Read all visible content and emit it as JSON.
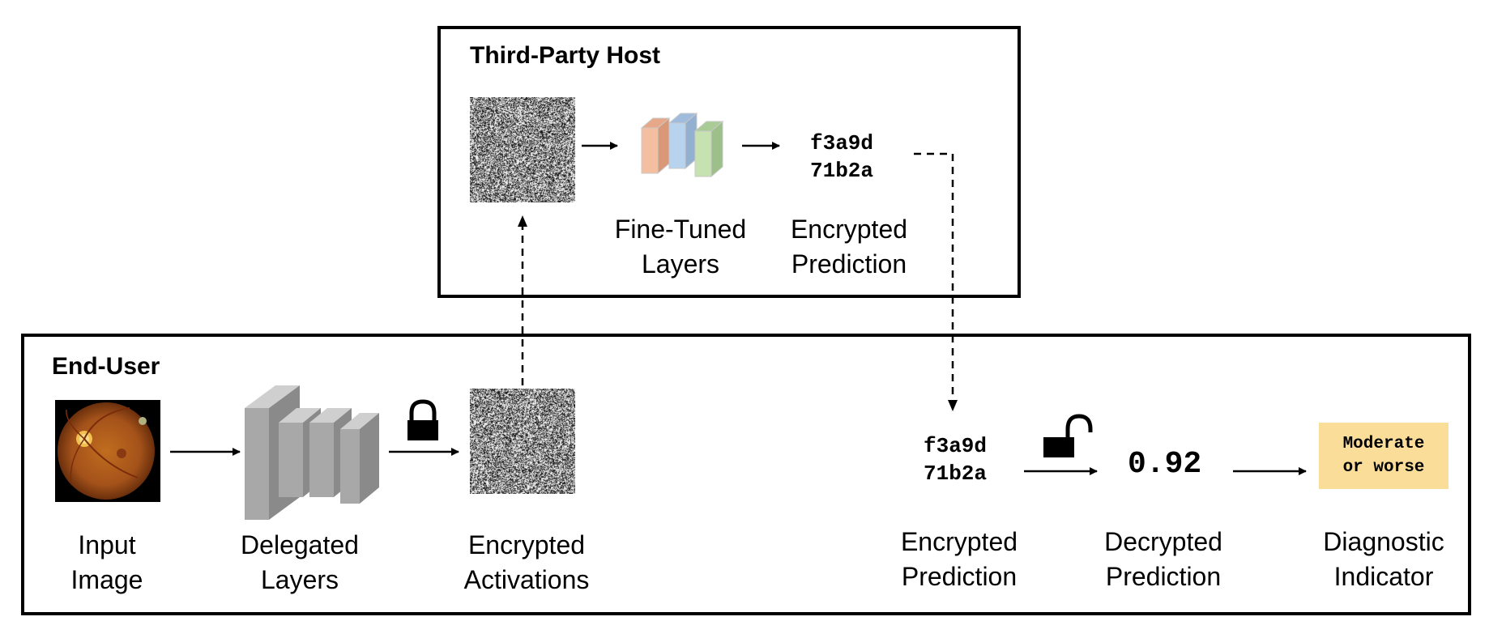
{
  "host": {
    "title": "Third-Party Host",
    "fine_tuned_label": [
      "Fine-Tuned",
      "Layers"
    ],
    "encrypted_value": [
      "f3a9d",
      "71b2a"
    ],
    "encrypted_label": [
      "Encrypted",
      "Prediction"
    ]
  },
  "user": {
    "title": "End-User",
    "input_label": [
      "Input",
      "Image"
    ],
    "delegated_label": [
      "Delegated",
      "Layers"
    ],
    "activations_label": [
      "Encrypted",
      "Activations"
    ],
    "encrypted_value": [
      "f3a9d",
      "71b2a"
    ],
    "encrypted_label": [
      "Encrypted",
      "Prediction"
    ],
    "decrypted_value": "0.92",
    "decrypted_label": [
      "Decrypted",
      "Prediction"
    ],
    "indicator_text": [
      "Moderate",
      "or worse"
    ],
    "indicator_label": [
      "Diagnostic",
      "Indicator"
    ]
  },
  "icons": [
    "lock-closed-icon",
    "lock-open-icon",
    "layer-stack-icon",
    "fundus-image",
    "noise-pattern-icon"
  ],
  "colors": {
    "indicator_bg": "#f9dd99",
    "layer_orange": "#f4bfa0",
    "layer_blue": "#b8d3ee",
    "layer_green": "#c5e2b0",
    "layer_gray": "#a8a8a8"
  }
}
